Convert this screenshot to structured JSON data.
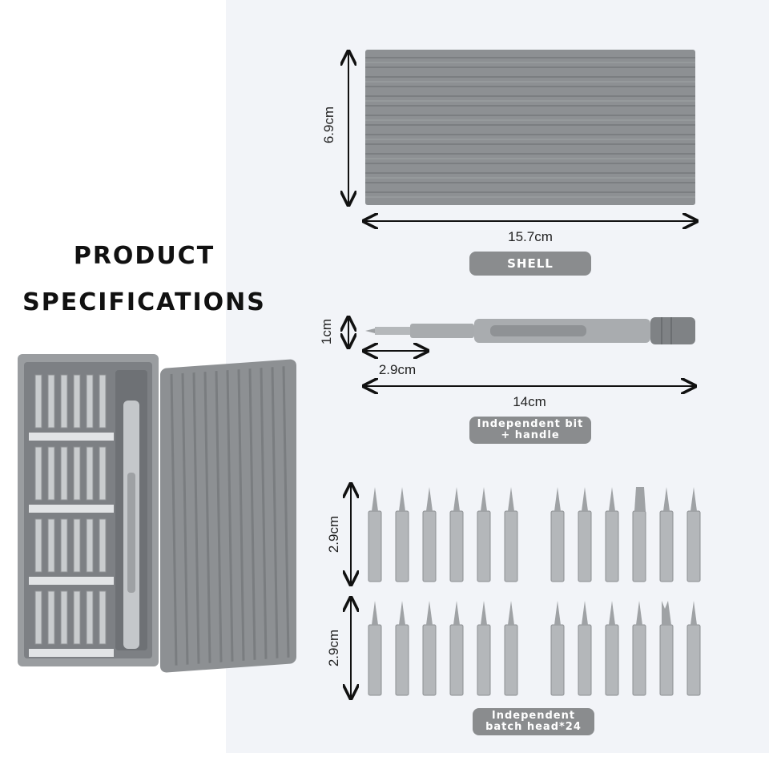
{
  "heading": {
    "line1": "PRODUCT",
    "line2": "SPECIFICATIONS"
  },
  "shell": {
    "height_label": "6.9cm",
    "width_label": "15.7cm",
    "tag": "SHELL"
  },
  "handle": {
    "diameter_label": "1cm",
    "tip_label": "2.9cm",
    "length_label": "14cm",
    "tag_line1": "Independent bit",
    "tag_line2": "+ handle"
  },
  "bits": {
    "row1_label": "2.9cm",
    "row2_label": "2.9cm",
    "tag_line1": "Independent",
    "tag_line2": "batch head*24"
  },
  "colors": {
    "shell": "#8d9093",
    "aluminum": "#b8bbbe",
    "pill": "#8a8c8e",
    "panel": "#f2f4f8"
  }
}
